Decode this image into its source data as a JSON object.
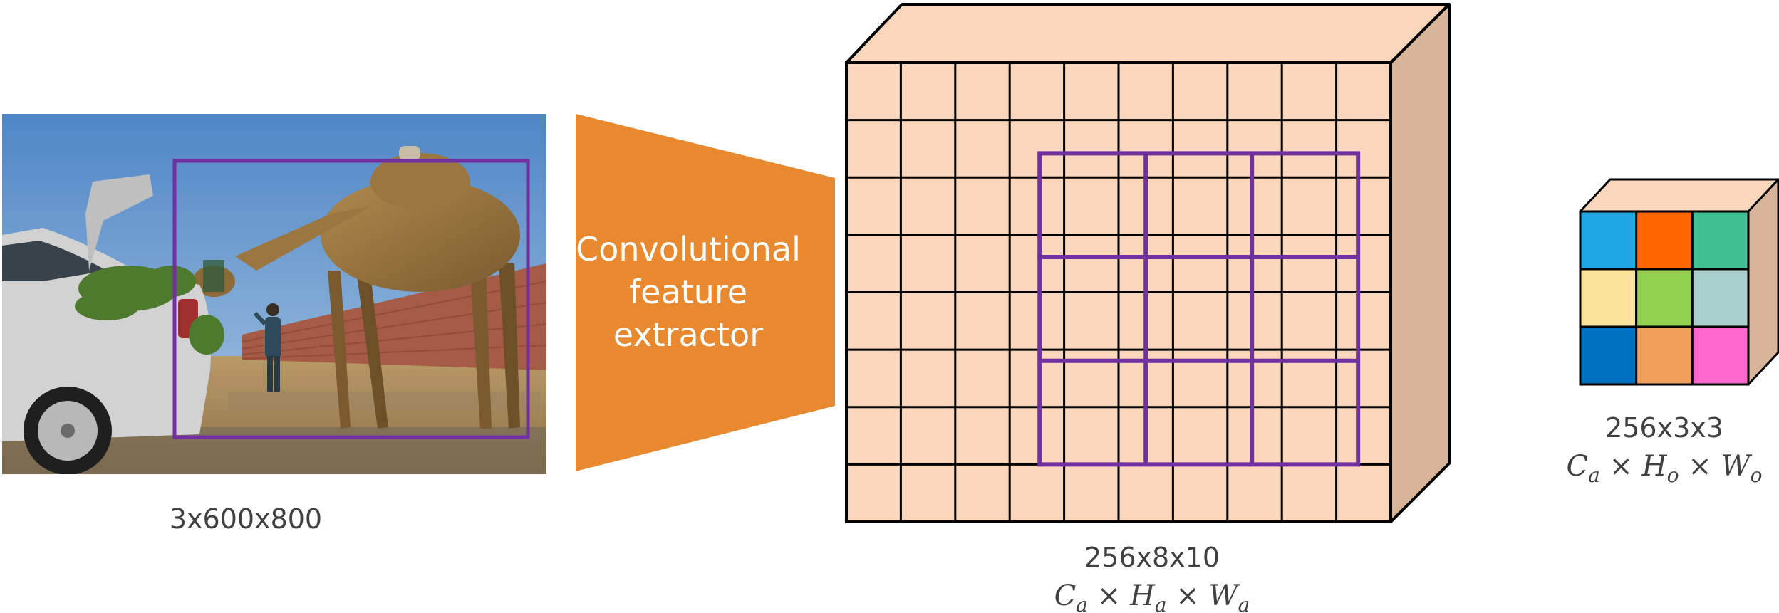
{
  "input": {
    "label": "3x600x800",
    "scene": "camel-photo"
  },
  "extractor": {
    "lines": [
      "Convolutional",
      "feature",
      "extractor"
    ],
    "color": "#E8892F"
  },
  "feature_map": {
    "label": "256x8x10",
    "formula": {
      "base": [
        "C",
        "H",
        "W"
      ],
      "sub": "a"
    },
    "rows": 8,
    "cols": 10,
    "roi": {
      "row_start": 2,
      "col_start": 3,
      "rows": 5,
      "cols": 6,
      "bins": 3
    },
    "face_color": "#F9D6BC",
    "side_color": "#D8B499",
    "roi_color": "#7030A0"
  },
  "output": {
    "label": "256x3x3",
    "formula": {
      "base": [
        "C",
        "H",
        "W"
      ],
      "subs": [
        "a",
        "o",
        "o"
      ]
    },
    "bin_colors": [
      "#1EA7E0",
      "#FF6600",
      "#3DBF91",
      "#FCE39B",
      "#92D050",
      "#A8CFC9",
      "#0070C0",
      "#F0A05A",
      "#FF66CC"
    ]
  }
}
